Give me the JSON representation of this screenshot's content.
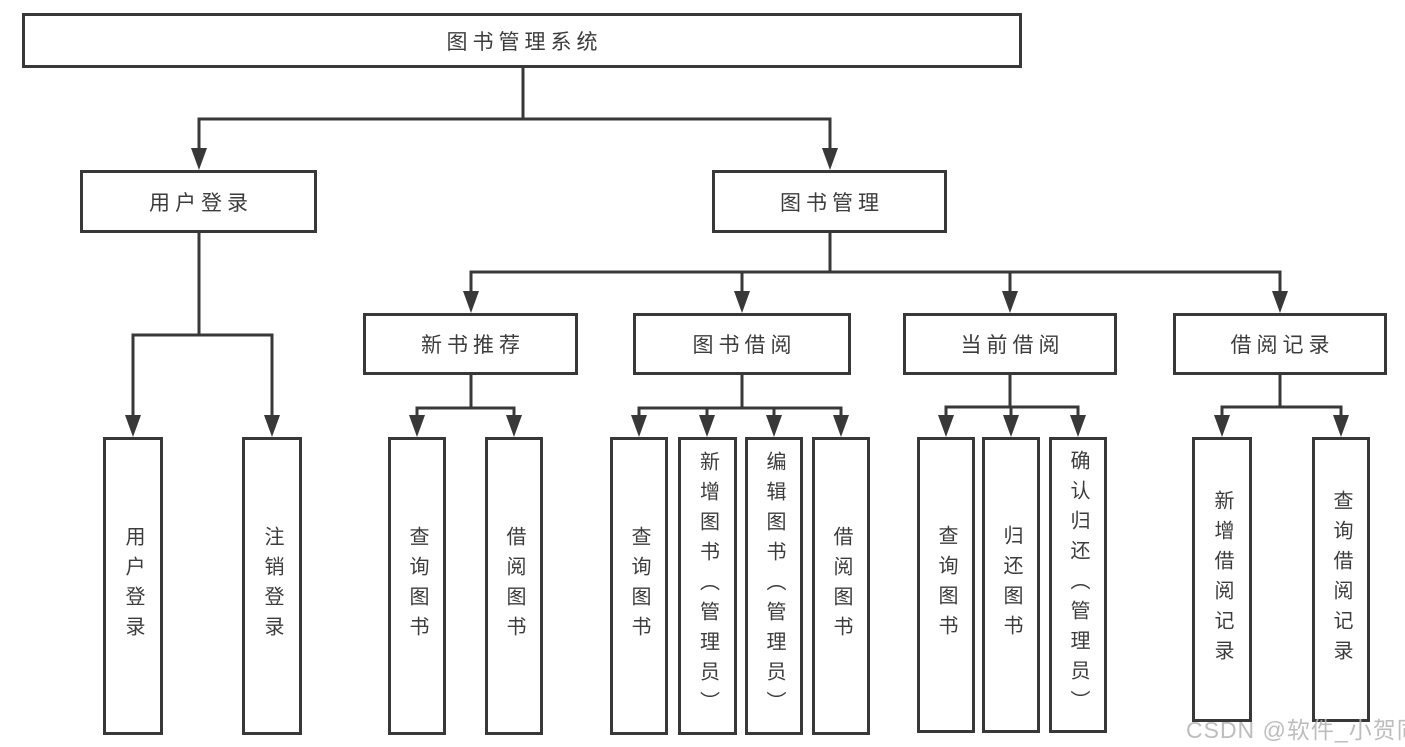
{
  "diagram_title": "图书管理系统",
  "colors": {
    "line": "#383838",
    "box_border": "#383838",
    "text": "#3c3c3c",
    "watermark": "#b6b6b6",
    "background": "#ffffff"
  },
  "tree": {
    "root": {
      "label": "图书管理系统"
    },
    "branches": [
      {
        "label": "用户登录",
        "children": [
          {
            "label": "用户登录"
          },
          {
            "label": "注销登录"
          }
        ]
      },
      {
        "label": "图书管理",
        "sections": [
          {
            "label": "新书推荐",
            "children": [
              {
                "label": "查询图书"
              },
              {
                "label": "借阅图书"
              }
            ]
          },
          {
            "label": "图书借阅",
            "children": [
              {
                "label": "查询图书"
              },
              {
                "label": "新增图书（管理员）"
              },
              {
                "label": "编辑图书（管理员）"
              },
              {
                "label": "借阅图书"
              }
            ]
          },
          {
            "label": "当前借阅",
            "children": [
              {
                "label": "查询图书"
              },
              {
                "label": "归还图书"
              },
              {
                "label": "确认归还（管理员）"
              }
            ]
          },
          {
            "label": "借阅记录",
            "children": [
              {
                "label": "新增借阅记录"
              },
              {
                "label": "查询借阅记录"
              }
            ]
          }
        ]
      }
    ]
  },
  "watermark": "CSDN @软件_小贺同学"
}
